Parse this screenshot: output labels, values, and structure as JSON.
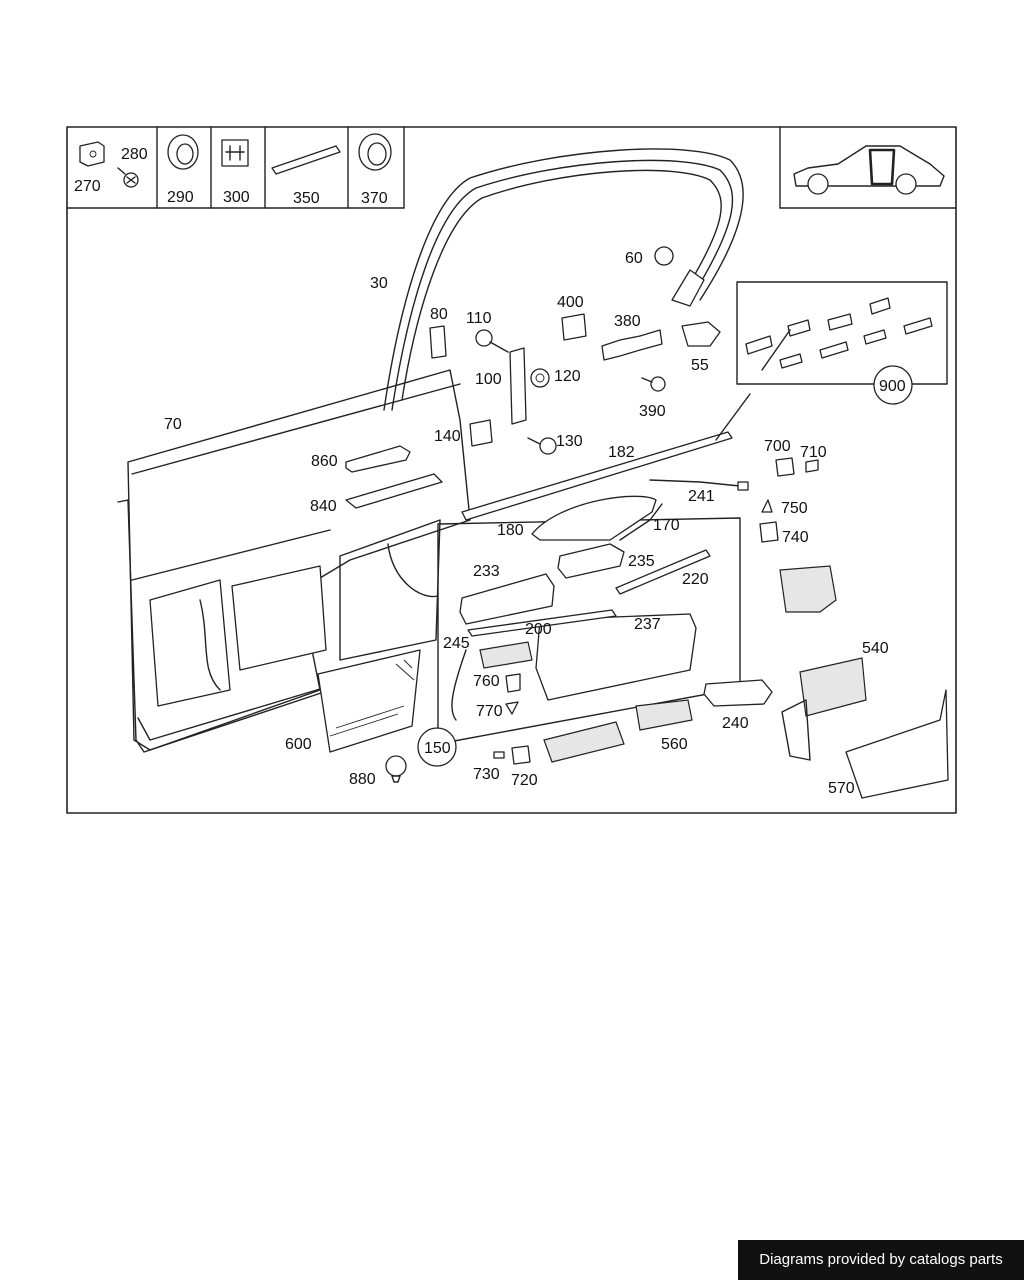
{
  "parts": {
    "p270": "270",
    "p280": "280",
    "p290": "290",
    "p300": "300",
    "p350": "350",
    "p370": "370",
    "p30": "30",
    "p60": "60",
    "p80": "80",
    "p110": "110",
    "p400": "400",
    "p380": "380",
    "p55": "55",
    "p100": "100",
    "p120": "120",
    "p390": "390",
    "p70": "70",
    "p140": "140",
    "p130": "130",
    "p860": "860",
    "p182": "182",
    "p700": "700",
    "p710": "710",
    "p241": "241",
    "p840": "840",
    "p750": "750",
    "p180": "180",
    "p170": "170",
    "p740": "740",
    "p233": "233",
    "p235": "235",
    "p220": "220",
    "p237": "237",
    "p200": "200",
    "p245": "245",
    "p760": "760",
    "p770": "770",
    "p540": "540",
    "p240": "240",
    "p560": "560",
    "p150": "150",
    "p600": "600",
    "p880": "880",
    "p730": "730",
    "p720": "720",
    "p570": "570",
    "p900": "900"
  },
  "credit": "Diagrams provided by catalogs parts"
}
